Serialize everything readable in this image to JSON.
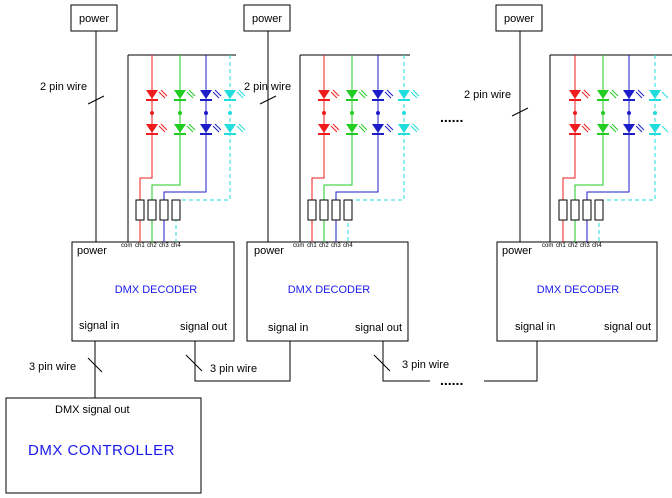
{
  "power_label": "power",
  "wire_2pin_label": "2 pin wire",
  "wire_3pin_label": "3 pin wire",
  "decoder": {
    "title": "DMX DECODER",
    "power": "power",
    "signal_in": "signal in",
    "signal_out": "signal out",
    "pins": [
      "com",
      "ch1",
      "ch2",
      "ch3",
      "ch4"
    ]
  },
  "controller": {
    "title": "DMX  CONTROLLER",
    "signal_out": "DMX  signal  out"
  },
  "ellipsis": "......",
  "colors": {
    "red": "#ee1c1c",
    "green": "#22cc22",
    "blue": "#1c1cc8",
    "cyan": "#22dddd",
    "text_blue": "#1a1aee"
  }
}
